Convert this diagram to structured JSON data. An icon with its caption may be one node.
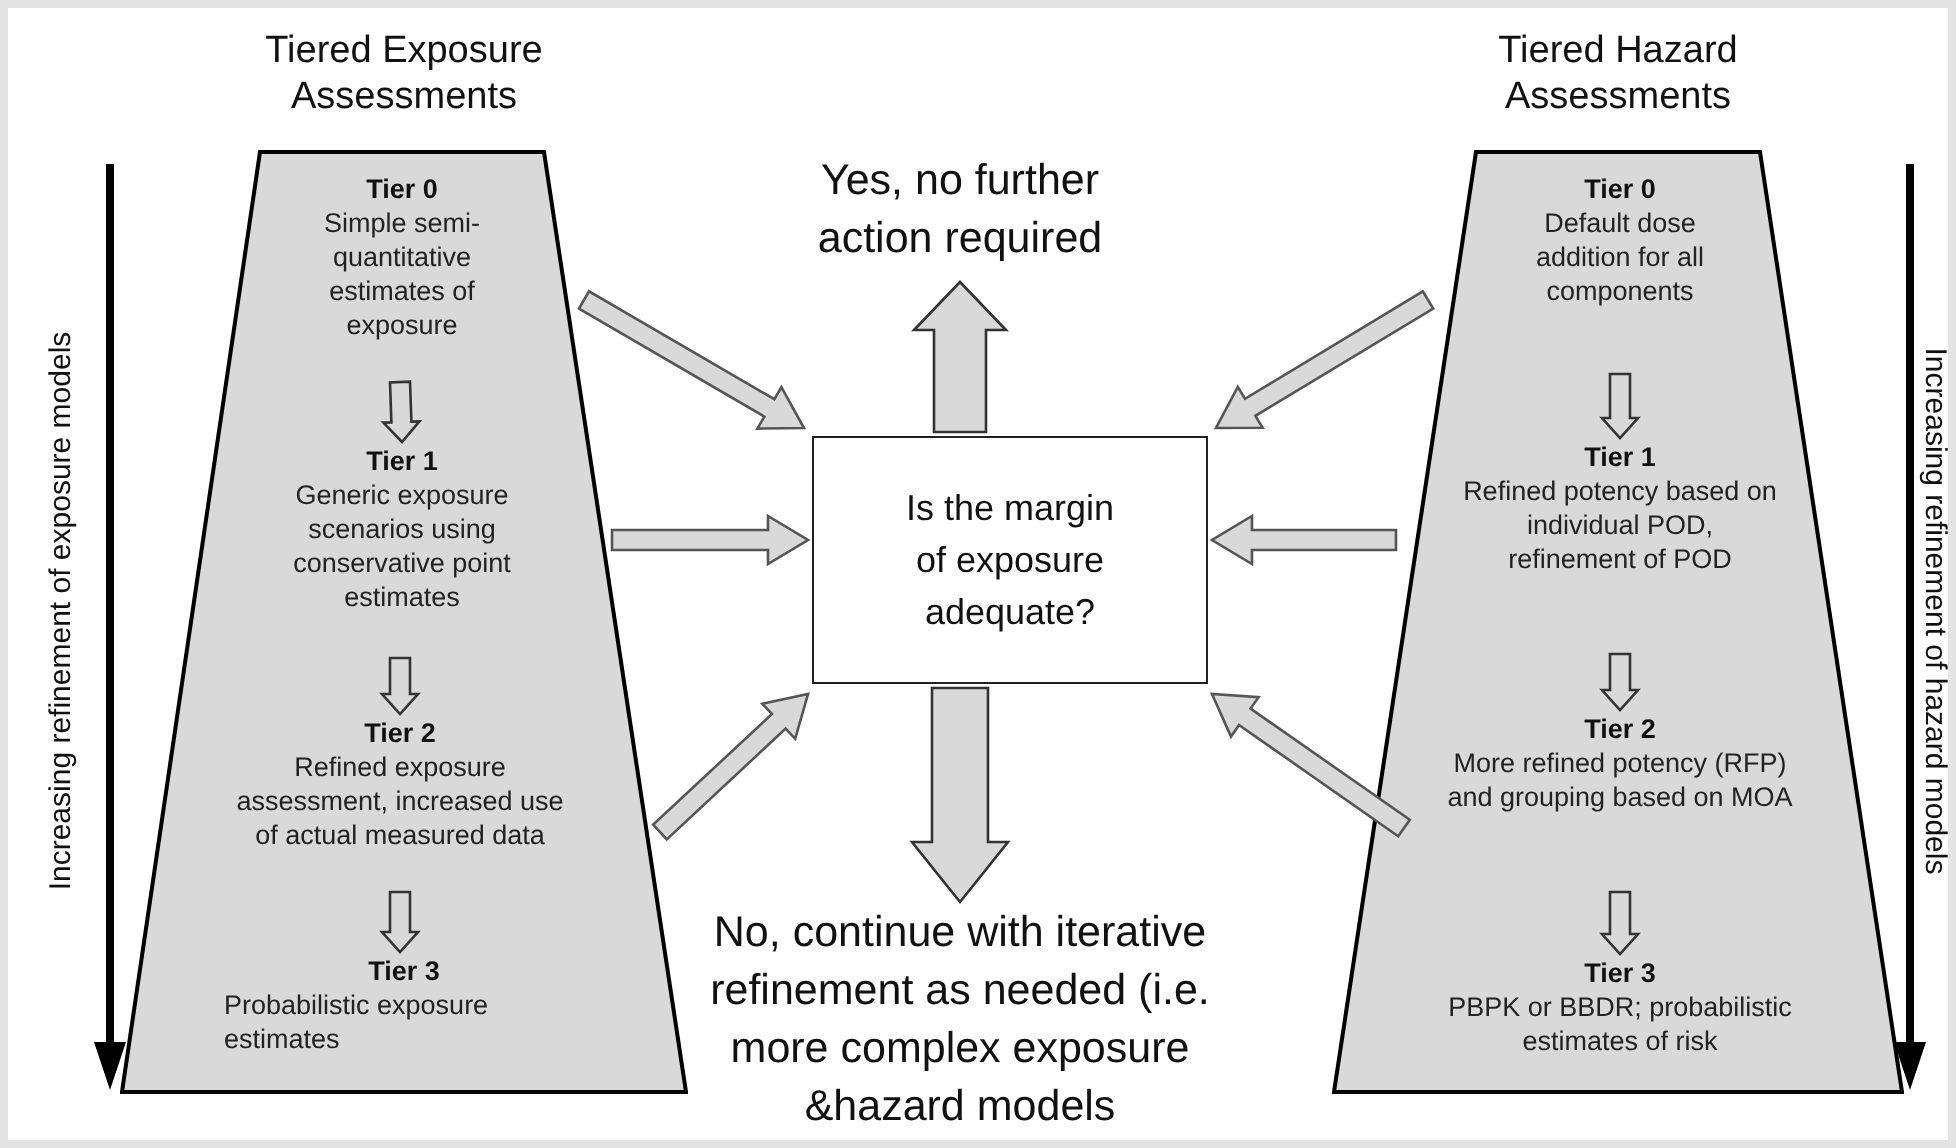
{
  "diagram": {
    "nodes": [
      {
        "text": [
          "Tiered Exposure Assessments"
        ]
      },
      {
        "text": [
          "Tier 0",
          "Simple semi-quantitative estimates of exposure"
        ],
        "in": 0
      },
      {
        "text": [
          "Tier 1",
          "Generic exposure scenarios using conservative point estimates"
        ],
        "in": 0
      },
      {
        "text": [
          "Tier 2",
          "Refined exposure assessment, increased use of actual measured data"
        ],
        "in": 0
      },
      {
        "text": [
          "Tier 3",
          "Probabilistic exposure estimates"
        ],
        "in": 0
      },
      {
        "text": [
          "Tiered Hazard Assessments"
        ]
      },
      {
        "text": [
          "Tier 0",
          "Default dose addition for all components"
        ],
        "in": 5
      },
      {
        "text": [
          "Tier 1",
          "Refined potency based on individual POD, refinement of POD"
        ],
        "in": 5
      },
      {
        "text": [
          "Tier 2",
          "More refined potency (RFP) and grouping based on MOA"
        ],
        "in": 5
      },
      {
        "text": [
          "Tier 3",
          "PBPK or BBDR; probabilistic estimates of risk"
        ],
        "in": 5
      },
      {
        "text": [
          "Is the margin of exposure adequate?"
        ]
      },
      {
        "text": [
          "Yes, no further action required"
        ]
      },
      {
        "text": [
          "No, continue with iterative refinement as needed (i.e. more complex exposure &hazard models"
        ]
      }
    ],
    "edges": [
      {
        "from": 1,
        "to": 2,
        "arrow": "to"
      },
      {
        "from": 2,
        "to": 3,
        "arrow": "to"
      },
      {
        "from": 3,
        "to": 4,
        "arrow": "to"
      },
      {
        "from": 6,
        "to": 7,
        "arrow": "to"
      },
      {
        "from": 7,
        "to": 8,
        "arrow": "to"
      },
      {
        "from": 8,
        "to": 9,
        "arrow": "to"
      },
      {
        "from": 0,
        "to": 10,
        "arrow": "to"
      },
      {
        "from": 0,
        "to": 10,
        "arrow": "to"
      },
      {
        "from": 0,
        "to": 10,
        "arrow": "to"
      },
      {
        "from": 5,
        "to": 10,
        "arrow": "to"
      },
      {
        "from": 5,
        "to": 10,
        "arrow": "to"
      },
      {
        "from": 5,
        "to": 10,
        "arrow": "to"
      },
      {
        "from": 10,
        "to": 11,
        "arrow": "to"
      },
      {
        "from": 10,
        "to": 12,
        "arrow": "to"
      }
    ],
    "labels": [
      "Increasing refinement of exposure models",
      "Increasing refinement of hazard models"
    ]
  }
}
